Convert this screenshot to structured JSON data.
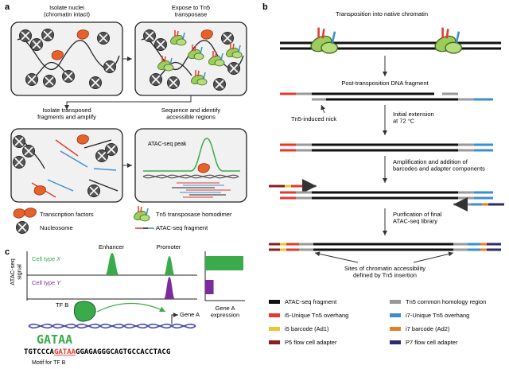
{
  "panels": {
    "a": "a",
    "b": "b",
    "c": "c"
  },
  "a": {
    "box1": "Isolate nuclei\n(chromatin intact)",
    "box2": "Expose to Tn5\ntransposase",
    "box3": "Isolate transposed\nfragments and amplify",
    "box4": "Sequence and identify\naccessible regions",
    "peak_label": "ATAC-seq peak",
    "legend": {
      "tf": "Transcription factors",
      "tn5": "Tn5 transposase homodimer",
      "nucleosome": "Nucleosome",
      "fragment": "ATAC-seq fragment"
    }
  },
  "b": {
    "step1": "Transposition into native chromatin",
    "step2": "Post-transposition DNA fragment",
    "nick": "Tn5-induced nick",
    "ext": "Initial extension\nat 72 °C",
    "amp": "Amplification and addition of\nbarcodes and adapter components",
    "pur": "Purification of final\nATAC-seq library",
    "sites": "Sites of chromatin accessibility\ndefined by Tn5 insertion",
    "legend": [
      {
        "label": "ATAC-seq fragment",
        "color": "#111111"
      },
      {
        "label": "Tn5 common homology region",
        "color": "#999999"
      },
      {
        "label": "i5-Unique Tn5 overhang",
        "color": "#e23b2e"
      },
      {
        "label": "i7-Unique Tn5 overhang",
        "color": "#3b8fcf"
      },
      {
        "label": "i5 barcode (Ad1)",
        "color": "#f2c230"
      },
      {
        "label": "i7 barcode (Ad2)",
        "color": "#e57f2a"
      },
      {
        "label": "P5 flow cell adapter",
        "color": "#8b1d1d"
      },
      {
        "label": "P7 flow cell adapter",
        "color": "#2d2a6e"
      }
    ]
  },
  "c": {
    "ylabel": "ATAC-seq\nsignal",
    "enhancer": "Enhancer",
    "promoter": "Promoter",
    "cellX": "Cell type ",
    "cellXv": "X",
    "cellY": "Cell type ",
    "cellYv": "Y",
    "tfb": "TF B",
    "geneA": "Gene A",
    "expr": "Gene A\nexpression",
    "logo": "GATAA",
    "seq_pre": "TGTCCCA",
    "seq_mid": "GATAA",
    "seq_post": "GGAGAGGGCAGTGCCACCTACG",
    "motif": "Motif for TF B",
    "expression": {
      "X": 1.0,
      "Y": 0.22
    }
  },
  "colors": {
    "green": "#3aaa4a",
    "purple": "#7a2c9e",
    "red": "#e23b2e",
    "blue": "#3b8fcf"
  }
}
